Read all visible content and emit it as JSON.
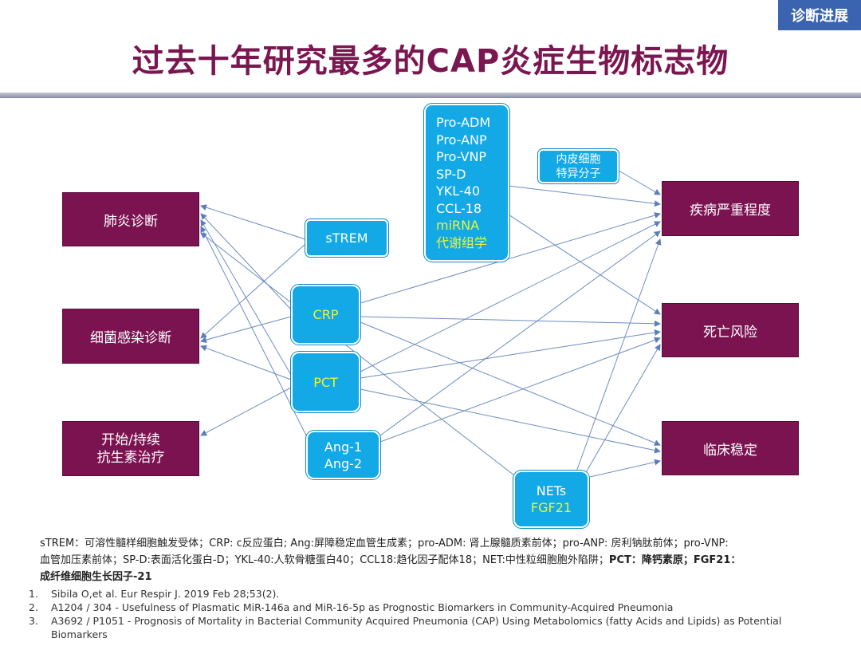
{
  "tag": "诊断进展",
  "title": "过去十年研究最多的CAP炎症生物标志物",
  "left_boxes": [
    "肺炎诊断",
    "细菌感染诊断",
    "开始/持续\n抗生素治疗"
  ],
  "right_boxes": [
    "疾病严重程度",
    "死亡风险",
    "临床稳定"
  ],
  "markers": {
    "list_white": [
      "Pro-ADM",
      "Pro-ANP",
      "Pro-VNP",
      "SP-D",
      "YKL-40",
      "CCL-18"
    ],
    "list_green": [
      "miRNA",
      "代谢组学"
    ],
    "strem": "sTREM",
    "crp": "CRP",
    "pct": "PCT",
    "ang1": "Ang-1",
    "ang2": "Ang-2",
    "endo1": "内皮细胞",
    "endo2": "特异分子",
    "nets": "NETs",
    "fgf21": "FGF21"
  },
  "footnote": {
    "line1": "sTREM：可溶性髓样细胞触发受体；CRP: c反应蛋白; Ang:屏障稳定血管生成素；pro-ADM: 肾上腺髓质素前体；pro-ANP: 房利钠肽前体；pro-VNP:",
    "line2": "血管加压素前体；SP-D:表面活化蛋白-D；YKL-40:人软骨糖蛋白40；CCL18:趋化因子配体18；NET:中性粒细胞胞外陷阱；",
    "bold2": "PCT：降钙素原；FGF21：",
    "line3": "成纤维细胞生长因子-21"
  },
  "refs": [
    {
      "n": "1.",
      "text": "Sibila O,et al. Eur Respir J. 2019 Feb 28;53(2)."
    },
    {
      "n": "2.",
      "text": "A1204 / 304 - Usefulness of Plasmatic MiR-146a and MiR-16-5p as Prognostic Biomarkers in Community-Acquired Pneumonia"
    },
    {
      "n": "3.",
      "text": "A3692 / P1051 - Prognosis of Mortality in Bacterial Community Acquired Pneumonia (CAP) Using Metabolomics (fatty Acids and Lipids) as Potential Biomarkers"
    }
  ],
  "colors": {
    "maroon": "#7b1351",
    "blue": "#13a9e6",
    "green_text": "#e8f53a",
    "title": "#7a1650",
    "tag": "#3a64b0"
  }
}
